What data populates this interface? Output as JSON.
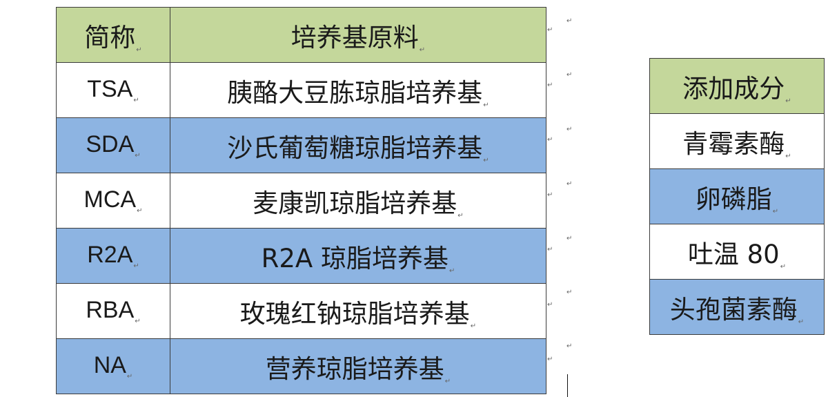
{
  "main_table": {
    "header": {
      "abbr": "简称",
      "materials": "培养基原料"
    },
    "rows": [
      {
        "abbr": "TSA",
        "name": "胰酪大豆胨琼脂培养基"
      },
      {
        "abbr": "SDA",
        "name": "沙氏葡萄糖琼脂培养基"
      },
      {
        "abbr": "MCA",
        "name": "麦康凯琼脂培养基"
      },
      {
        "abbr": "R2A",
        "name": "R2A 琼脂培养基"
      },
      {
        "abbr": "RBA",
        "name": "玫瑰红钠琼脂培养基"
      },
      {
        "abbr": "NA",
        "name": "营养琼脂培养基"
      }
    ]
  },
  "additive_table": {
    "header": "添加成分",
    "rows": [
      "青霉素酶",
      "卵磷脂",
      "吐温 80",
      "头孢菌素酶"
    ]
  },
  "marks": {
    "paragraph": "↵",
    "cell_end": "↵"
  },
  "colors": {
    "header": "#c4d79b",
    "highlight": "#8db4e2",
    "plain": "#ffffff",
    "border": "#3a3a3a"
  }
}
